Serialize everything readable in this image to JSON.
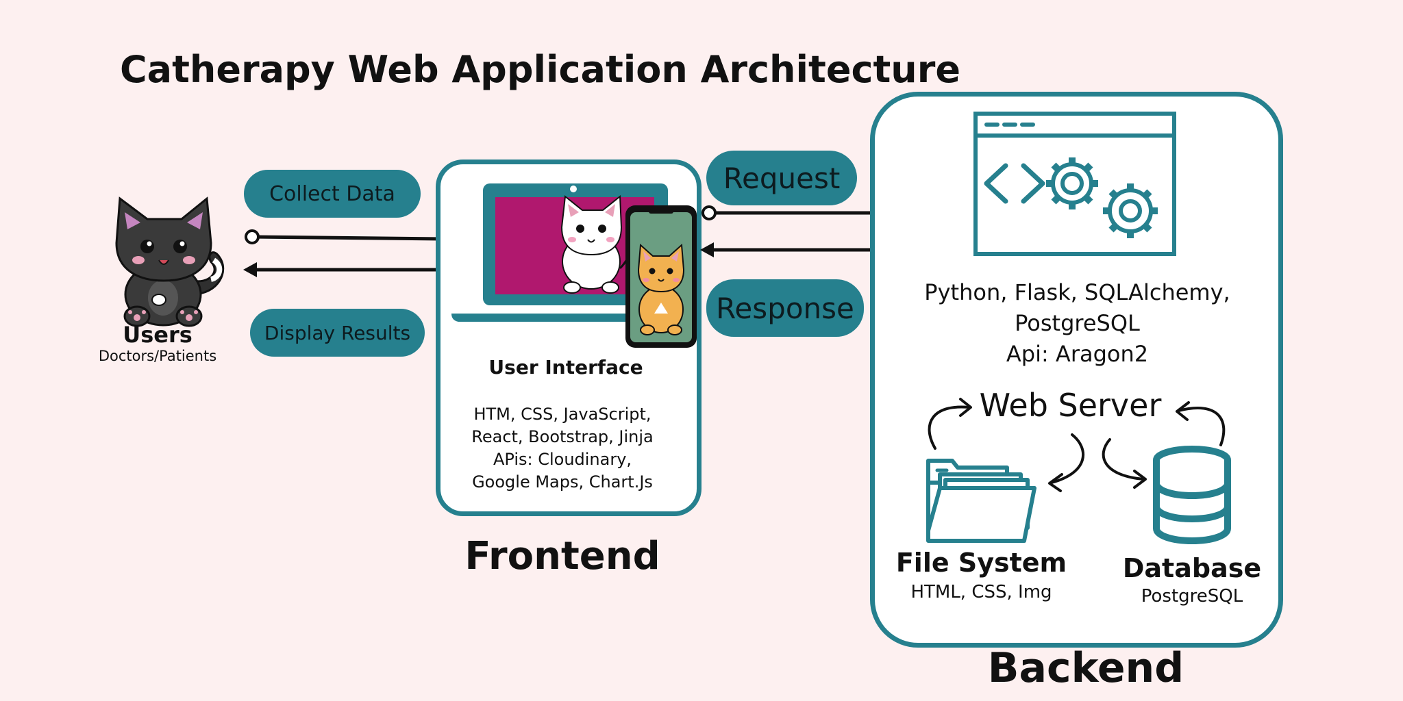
{
  "title": "Catherapy Web Application Architecture",
  "users": {
    "label": "Users",
    "sublabel": "Doctors/Patients"
  },
  "arrows": {
    "collect": "Collect Data",
    "display": "Display Results",
    "request": "Request",
    "response": "Response"
  },
  "frontend": {
    "ui_title": "User Interface",
    "tech_lines": [
      "HTM, CSS, JavaScript,",
      "React, Bootstrap, Jinja",
      "APis: Cloudinary,",
      "Google Maps, Chart.Js"
    ],
    "label": "Frontend"
  },
  "backend": {
    "tech_lines": [
      "Python, Flask, SQLAlchemy,",
      "PostgreSQL",
      "Api: Aragon2"
    ],
    "web_server": "Web Server",
    "file_system": {
      "label": "File System",
      "sub": "HTML, CSS, Img"
    },
    "database": {
      "label": "Database",
      "sub": "PostgreSQL"
    },
    "label": "Backend"
  },
  "colors": {
    "background": "#fdf0f0",
    "teal": "#26808e",
    "magenta": "#b0186e",
    "phone_screen": "#6b9e82"
  }
}
